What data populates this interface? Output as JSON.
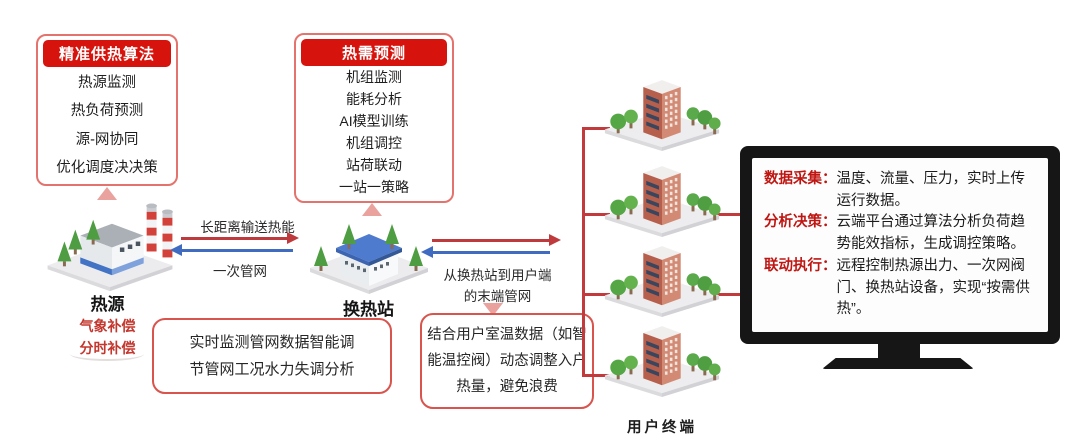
{
  "colors": {
    "header_red": "#d6130c",
    "box_border": "#e4736d",
    "callout_border": "#d8544c",
    "arrow_red": "#bf3a3d",
    "arrow_blue": "#3f6cc1",
    "annotation_red": "#c4372e"
  },
  "algorithm_box": {
    "title": "精准供热算法",
    "items": [
      "热源监测",
      "热负荷预测",
      "源-网协同",
      "优化调度决决策"
    ]
  },
  "prediction_box": {
    "title": "热需预测",
    "items": [
      "机组监测",
      "能耗分析",
      "AI模型训练",
      "机组调控",
      "站荷联动",
      "一站一策略"
    ]
  },
  "heat_source": {
    "label": "热源",
    "notes": [
      "气象补偿",
      "分时补偿"
    ]
  },
  "exchange_station": {
    "label": "换热站",
    "note": "热需预测"
  },
  "pipelines": {
    "supply_label": "长距离输送热能",
    "return_label": "一次管网",
    "terminal_label_line1": "从换热站到用户端",
    "terminal_label_line2": "的末端管网"
  },
  "callouts": {
    "network_monitoring": [
      "实时监测管网数据智能调",
      "节管网工况水力失调分析"
    ],
    "room_temperature": [
      "结合用户室温数据（如智",
      "能温控阀）动态调整入户",
      "热量，避免浪费"
    ]
  },
  "user_terminal": {
    "label": "用户终端"
  },
  "monitor": {
    "entries": [
      {
        "label": "数据采集：",
        "text": "温度、流量、压力，实时上传运行数据。"
      },
      {
        "label": "分析决策：",
        "text": "云端平台通过算法分析负荷趋势能效指标，生成调控策略。"
      },
      {
        "label": "联动执行：",
        "text": "远程控制热源出力、一次网阀门、换热站设备，实现“按需供热”。"
      }
    ]
  }
}
